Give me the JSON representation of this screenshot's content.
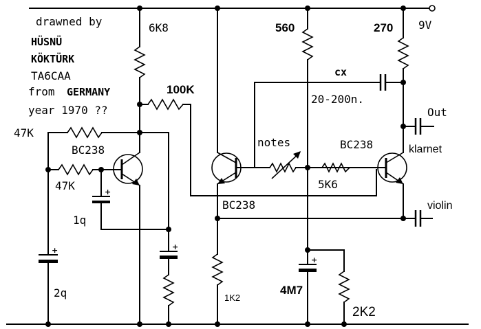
{
  "credits": {
    "line1": "drawned by",
    "line2": "HÜSNÜ",
    "line3": "KÖKTÜRK",
    "line4": "TA6CAA",
    "line5_from": "from",
    "line5_country": "GERMANY",
    "line6": "year 1970 ??"
  },
  "labels": {
    "r_6k8": "6K8",
    "r_560": "560",
    "r_270": "270",
    "supply": "9V",
    "r_100k": "100K",
    "cap_cx": "cx",
    "cap_cx_range": "20-200n.",
    "out": "Out",
    "klarnet": "klarnet",
    "violin": "violin",
    "r_47k_top": "47K",
    "r_47k_base": "47K",
    "q1": "BC238",
    "q2": "BC238",
    "q3": "BC238",
    "notes": "notes",
    "r_5k6": "5K6",
    "c_1q": "1q",
    "c_2q": "2q",
    "r_1k2": "1K2",
    "c_4m7": "4M7",
    "r_2k2": "2K2"
  }
}
